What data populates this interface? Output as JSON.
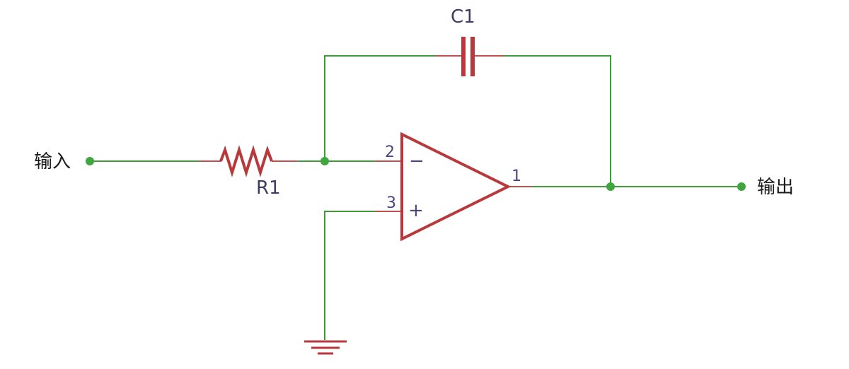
{
  "labels": {
    "input": "输入",
    "output": "输出",
    "resistor": "R1",
    "capacitor": "C1"
  },
  "opamp": {
    "inverting_pin_number": "2",
    "noninverting_pin_number": "3",
    "output_pin_number": "1",
    "inverting_symbol": "−",
    "noninverting_symbol": "+"
  },
  "colors": {
    "wire": "#3f9a3a",
    "component": "#b8383b",
    "node": "#3fa63f"
  }
}
